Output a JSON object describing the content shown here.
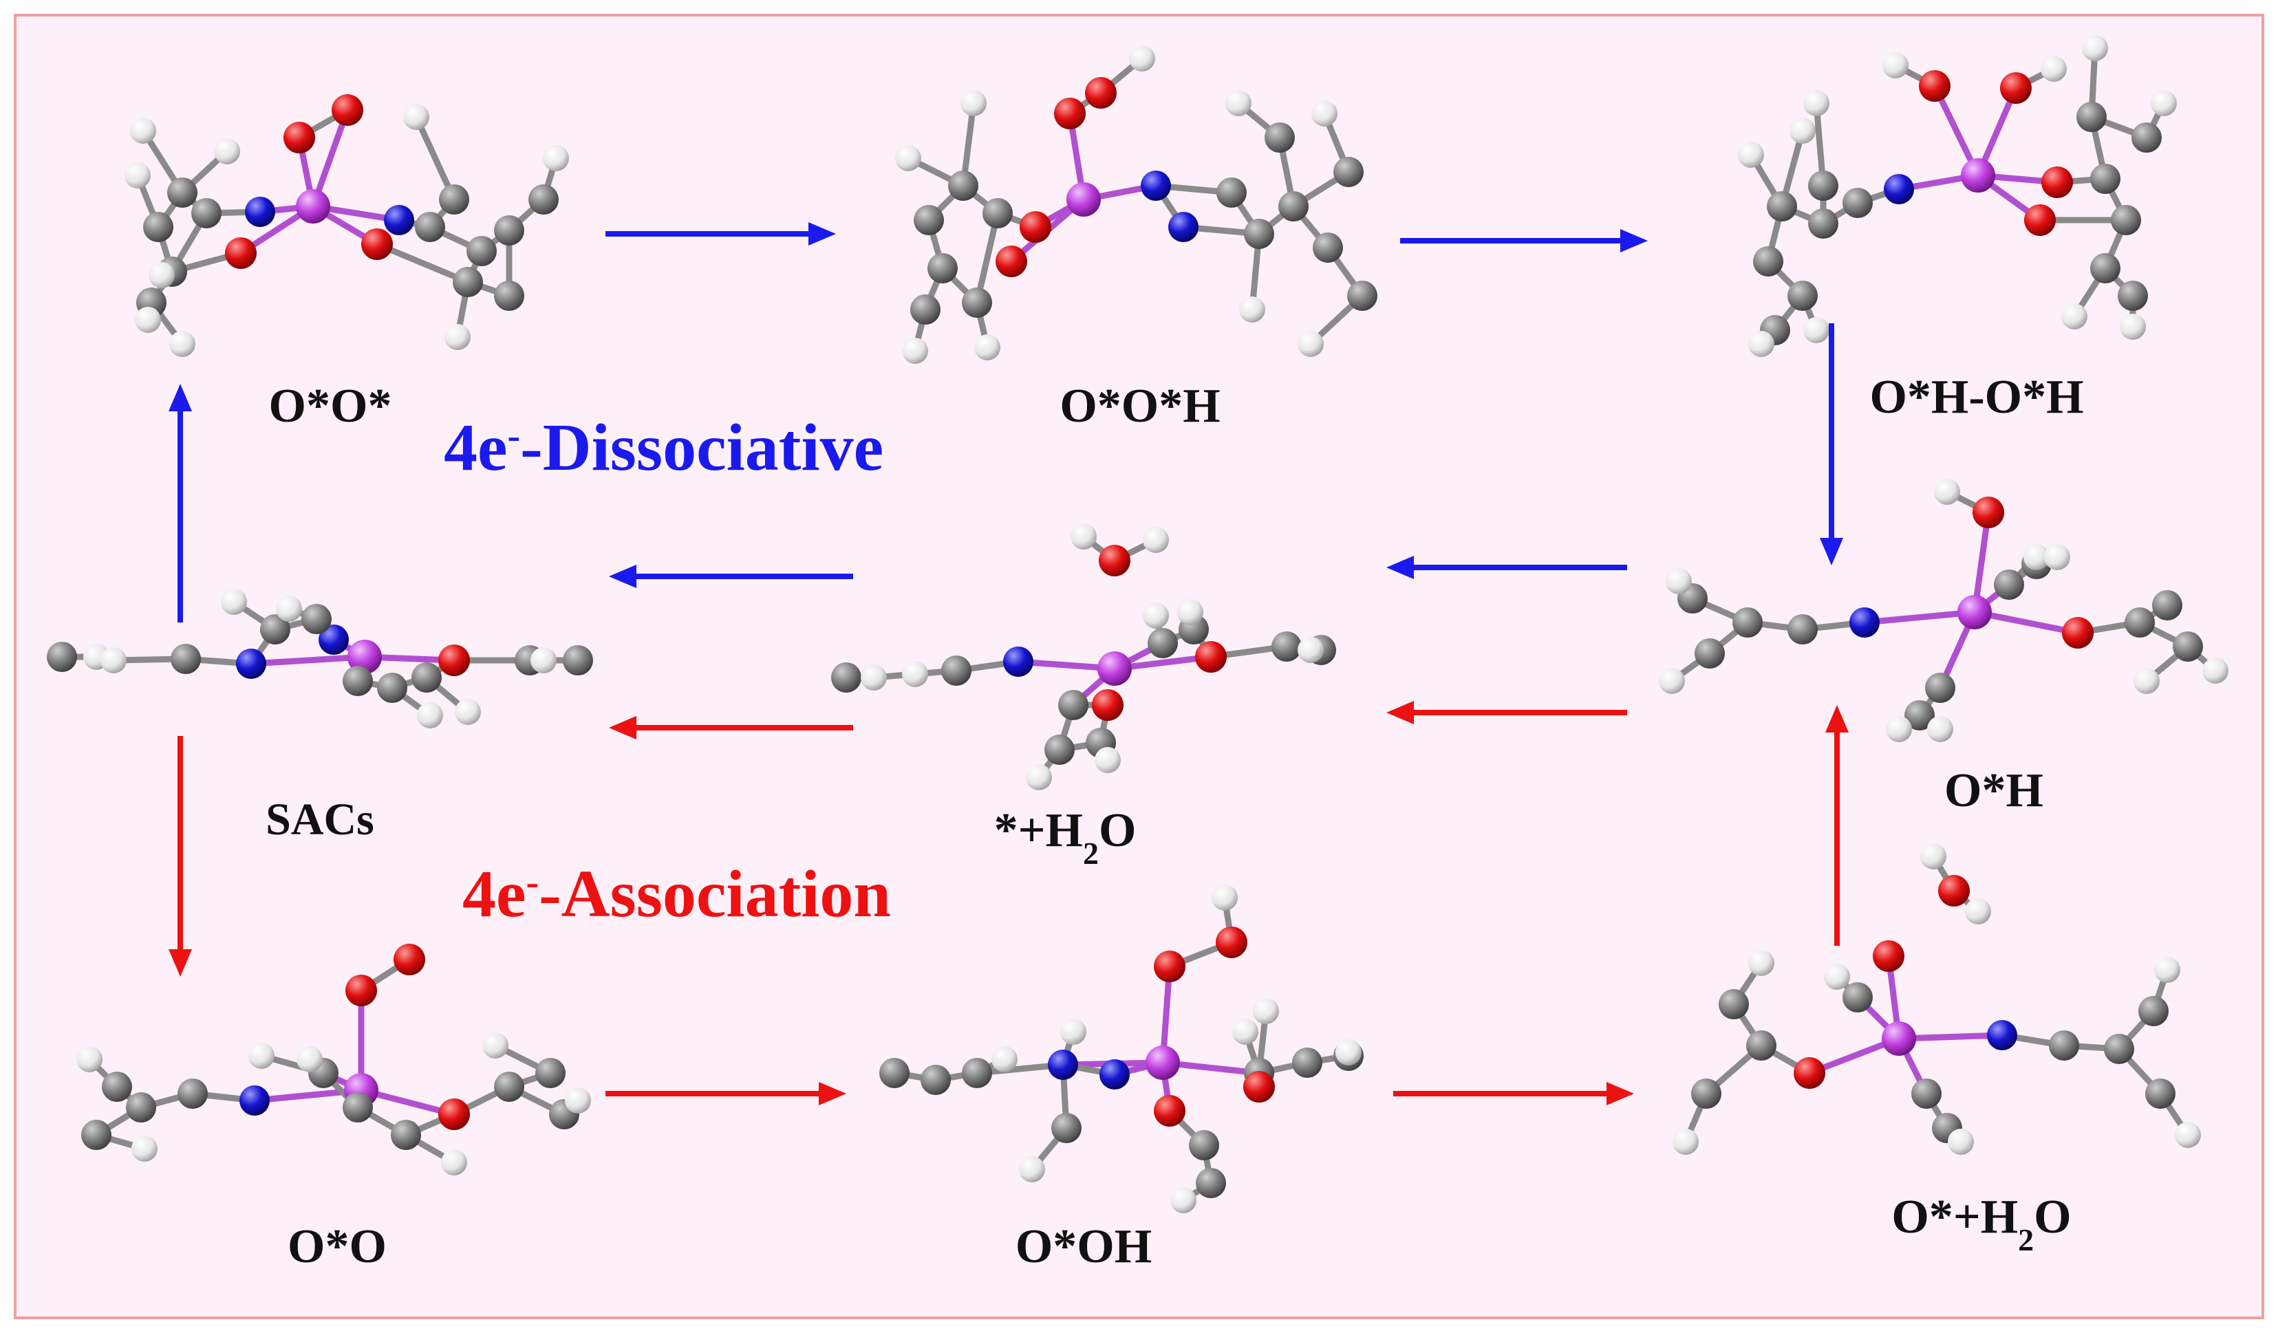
{
  "colors": {
    "background": "#fdf0f8",
    "frame": "#f0a0a0",
    "dissociative": "#1a1aee",
    "association": "#ee1111",
    "carbon": "#6e6e6e",
    "hydrogen": "#f2f2f2",
    "oxygen": "#e01010",
    "nitrogen": "#1515d0",
    "metal": "#c040e0",
    "bond": "#8a8a8a"
  },
  "pathways": {
    "dissociative": {
      "prefix": "4e",
      "sup": "-",
      "suffix": "-Dissociative"
    },
    "association": {
      "prefix": "4e",
      "sup": "-",
      "suffix": "-Association"
    }
  },
  "labels": {
    "oo_star": "O*O*",
    "oo_h": "O*O*H",
    "oh_oh": "O*H-O*H",
    "oh": "O*H",
    "sacs": "SACs",
    "h2o_star": {
      "prefix": "*+H",
      "sub": "2",
      "suffix": "O"
    },
    "o_o": "O*O",
    "o_oh": "O*OH",
    "o_h2o": {
      "prefix": "O*+H",
      "sub": "2",
      "suffix": "O"
    }
  },
  "structures": [
    "oo-star-structure",
    "oo-h-structure",
    "oh-oh-structure",
    "sacs-structure",
    "h2o-star-structure",
    "oh-structure",
    "o-o-structure",
    "o-oh-structure",
    "o-h2o-structure"
  ],
  "arrows": [
    {
      "name": "arrow-oo-star-to-oo-h",
      "pathway": "dissociative"
    },
    {
      "name": "arrow-oo-h-to-oh-oh",
      "pathway": "dissociative"
    },
    {
      "name": "arrow-oh-oh-to-oh",
      "pathway": "dissociative"
    },
    {
      "name": "arrow-oh-to-h2o-dissociative",
      "pathway": "dissociative"
    },
    {
      "name": "arrow-h2o-to-sacs-dissociative",
      "pathway": "dissociative"
    },
    {
      "name": "arrow-sacs-to-oo-star",
      "pathway": "dissociative"
    },
    {
      "name": "arrow-sacs-to-o-o",
      "pathway": "association"
    },
    {
      "name": "arrow-o-o-to-o-oh",
      "pathway": "association"
    },
    {
      "name": "arrow-o-oh-to-o-h2o",
      "pathway": "association"
    },
    {
      "name": "arrow-o-h2o-to-oh",
      "pathway": "association"
    },
    {
      "name": "arrow-oh-to-h2o-association",
      "pathway": "association"
    },
    {
      "name": "arrow-h2o-to-sacs-association",
      "pathway": "association"
    }
  ]
}
